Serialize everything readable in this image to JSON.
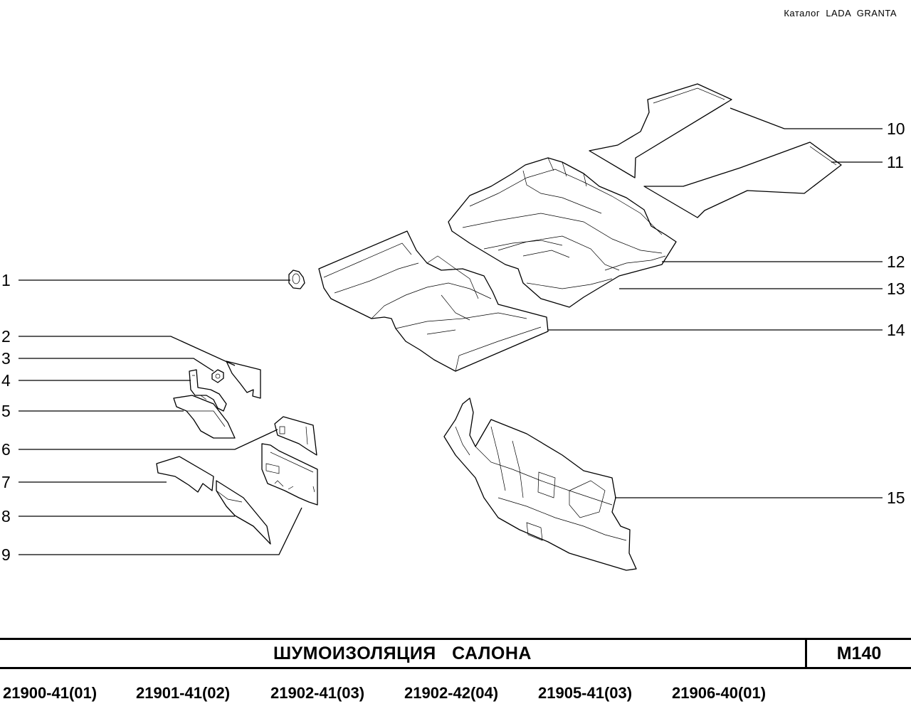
{
  "header": {
    "catalog": "Каталог  LADA  GRANTA"
  },
  "callouts": [
    "1",
    "2",
    "3",
    "4",
    "5",
    "6",
    "7",
    "8",
    "9",
    "10",
    "11",
    "12",
    "13",
    "14",
    "15"
  ],
  "title": {
    "name": "ШУМОИЗОЛЯЦИЯ   САЛОНА",
    "code": "M140"
  },
  "models": [
    "21900-41(01)",
    "21901-41(02)",
    "21902-41(03)",
    "21902-42(04)",
    "21905-41(03)",
    "21906-40(01)"
  ]
}
